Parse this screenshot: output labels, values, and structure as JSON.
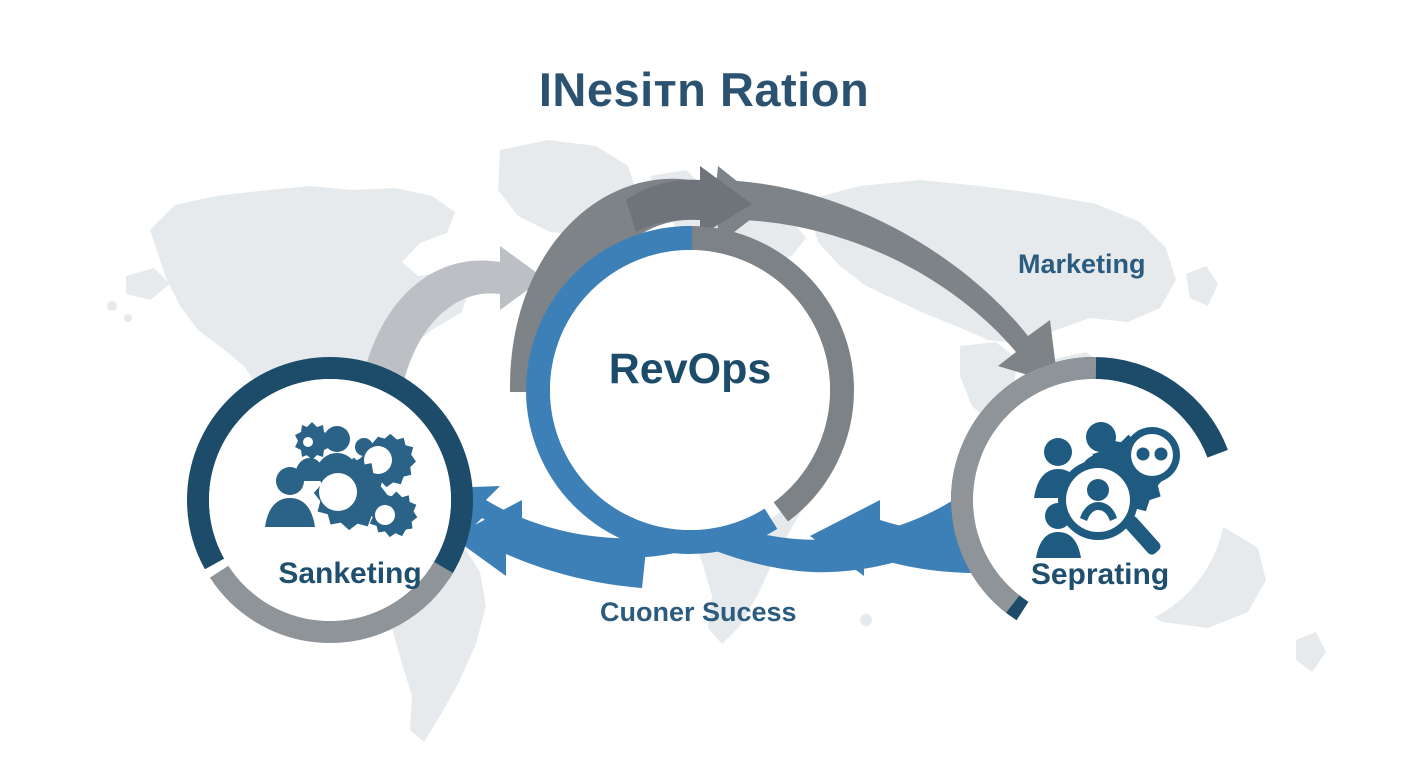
{
  "title": "INesiтn Ration",
  "colors": {
    "title": "#2b5270",
    "dark_blue": "#1d4c6b",
    "mid_blue": "#3d80b8",
    "dark_gray": "#6e7479",
    "mid_gray": "#8f9499",
    "light_gray": "#bcc0c4",
    "map": "#e7eaec",
    "background": "#ffffff"
  },
  "nodes": {
    "left": {
      "label": "Sanketing",
      "icon": "people-gears-icon",
      "ring_primary": "#1d4c6b",
      "ring_secondary": "#8f9499"
    },
    "center": {
      "label": "RevOps",
      "ring_primary": "#3d80b8",
      "ring_secondary": "#7d8287"
    },
    "right": {
      "label": "Seprating",
      "icon": "people-magnifier-icon",
      "ring_primary": "#1d4c6b",
      "ring_secondary": "#8f9499"
    }
  },
  "floating_labels": {
    "marketing": "Marketing",
    "customer_success": "Cuoner Sucess"
  },
  "arrows": [
    {
      "name": "left-to-center-top",
      "direction": "right",
      "color": "#bcc0c4"
    },
    {
      "name": "center-to-right-top",
      "direction": "right",
      "color": "#6e7479"
    },
    {
      "name": "right-to-center-bottom",
      "direction": "left",
      "color": "#3d80b8"
    },
    {
      "name": "center-to-left-bottom",
      "direction": "left",
      "color": "#3d80b8"
    }
  ],
  "background": {
    "map_name": "world-map-watermark"
  }
}
